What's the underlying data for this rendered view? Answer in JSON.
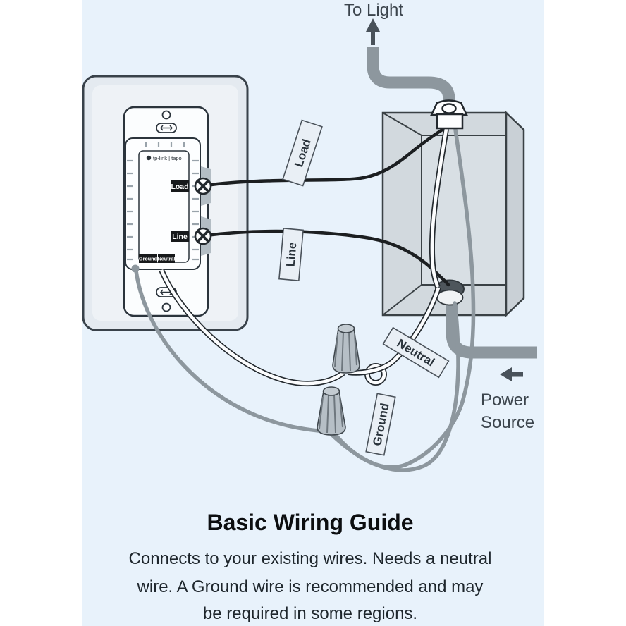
{
  "diagram": {
    "to_light_label": "To Light",
    "power_source": {
      "line1": "Power",
      "line2": "Source"
    },
    "wire_tags": {
      "load": "Load",
      "line": "Line",
      "neutral": "Neutral",
      "ground": "Ground"
    },
    "switch": {
      "brand_logo": "tp-link | tapo",
      "terminal_labels": {
        "load": "Load",
        "line": "Line",
        "ground": "Ground",
        "neutral": "Neutral"
      }
    }
  },
  "caption": {
    "title": "Basic Wiring Guide",
    "lines": [
      "Connects to your existing wires. Needs a neutral",
      "wire. A Ground wire is recommended and may",
      "be required in some regions."
    ]
  },
  "colors": {
    "background_panel": "#e8f2fb",
    "page": "#ffffff",
    "outline_dark": "#2b343c",
    "conduit_gray": "#8d979e",
    "ground_wire_gray": "#8d979e",
    "black_wire": "#1c1f21",
    "white_wire_core": "#fcfdfe",
    "plate_fill": "#e4eaf0",
    "plate_inner_fill": "#eef2f6",
    "box_fill": "#d2d9de",
    "box_back_fill": "#d8dfe4",
    "box_side_fill": "#c9d0d6",
    "tag_fill": "#e9eff5",
    "terminal_label_fill": "#17191b",
    "annotation_text": "#3c454d",
    "title_text": "#0c0e10"
  }
}
